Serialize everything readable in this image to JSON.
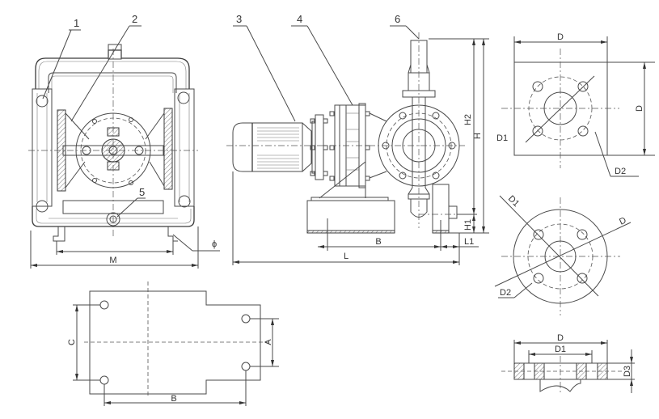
{
  "callouts": [
    "1",
    "2",
    "3",
    "4",
    "5",
    "6"
  ],
  "front_view": {
    "dims": {
      "M": "M",
      "phi": "ϕ"
    }
  },
  "side_view": {
    "dims": {
      "H": "H",
      "H1": "H1",
      "H2": "H2",
      "B": "B",
      "L": "L",
      "L1": "L1"
    }
  },
  "base_plan": {
    "dims": {
      "A": "A",
      "B": "B",
      "C": "C"
    }
  },
  "square_flange": {
    "dims": {
      "D_top": "D",
      "D_side": "D",
      "D1": "D1",
      "D2": "D2"
    }
  },
  "round_flange": {
    "dims": {
      "D": "D",
      "D1": "D1",
      "D2": "D2"
    }
  },
  "flange_section": {
    "dims": {
      "D": "D",
      "D1": "D1",
      "D3": "D3"
    }
  },
  "colors": {
    "line": "#4a4a4a",
    "background": "#ffffff"
  }
}
